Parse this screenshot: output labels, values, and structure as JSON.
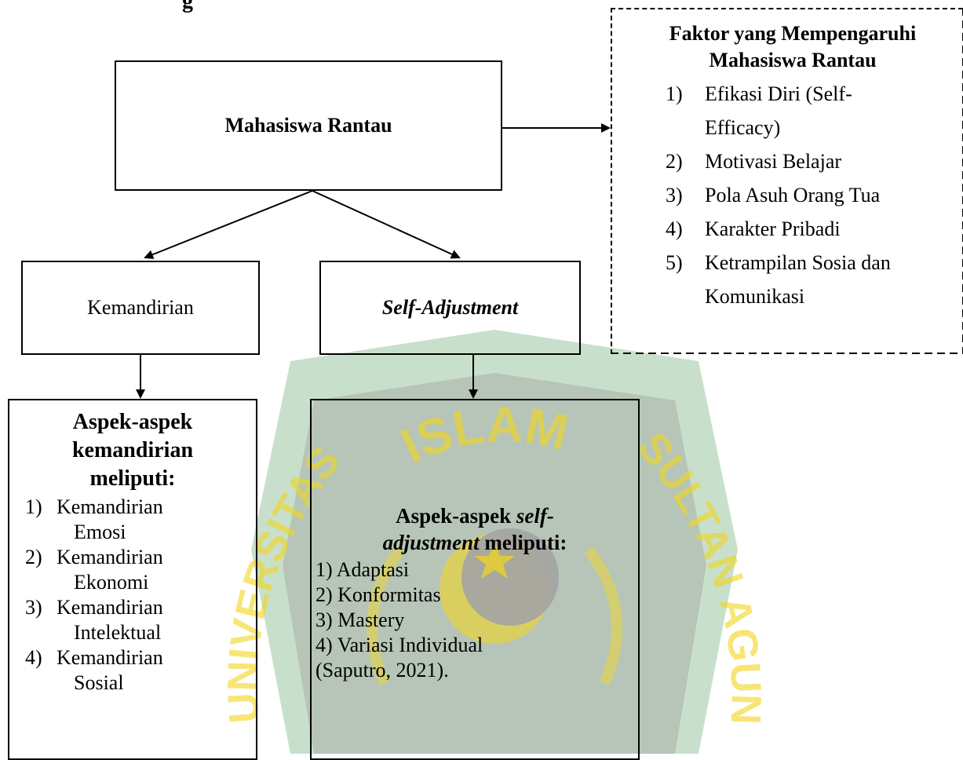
{
  "header_fragment": "g",
  "central_node": {
    "label": "Mahasiswa Rantau"
  },
  "factors_box": {
    "title_line1": "Faktor yang Mempengaruhi",
    "title_line2": "Mahasiswa Rantau",
    "items": [
      {
        "num": "1)",
        "line1": "Efikasi Diri (Self-",
        "line2": "Efficacy)"
      },
      {
        "num": "2)",
        "line1": "Motivasi Belajar"
      },
      {
        "num": "3)",
        "line1": "Pola Asuh Orang Tua"
      },
      {
        "num": "4)",
        "line1": "Karakter Pribadi"
      },
      {
        "num": "5)",
        "line1": "Ketrampilan Sosia dan",
        "line2": "Komunikasi"
      }
    ]
  },
  "kemandirian_node": {
    "label": "Kemandirian"
  },
  "self_adjustment_node": {
    "label": "Self-Adjustment"
  },
  "kemandirian_aspects": {
    "title_line1": "Aspek-aspek",
    "title_line2": "kemandirian",
    "title_line3": "meliputi:",
    "items": [
      {
        "num": "1)",
        "line1": "Kemandirian",
        "line2": "Emosi"
      },
      {
        "num": "2)",
        "line1": "Kemandirian",
        "line2": "Ekonomi"
      },
      {
        "num": "3)",
        "line1": "Kemandirian",
        "line2": "Intelektual"
      },
      {
        "num": "4)",
        "line1": "Kemandirian",
        "line2": "Sosial"
      }
    ]
  },
  "self_adjustment_aspects": {
    "title_prefix": "Aspek-aspek",
    "title_italic1": "self-",
    "title_italic2": "adjustment",
    "title_suffix": "meliputi:",
    "items": [
      "1) Adaptasi",
      "2) Konformitas",
      "3) Mastery",
      "4) Variasi Individual",
      "(Saputro, 2021)."
    ]
  },
  "watermark": {
    "text_top": "ISLAM",
    "text_left": "UNIVERSITAS",
    "text_right": "SULTAN AGUNG",
    "shield_color": "#1a8f2b",
    "text_color": "#f5d400"
  }
}
